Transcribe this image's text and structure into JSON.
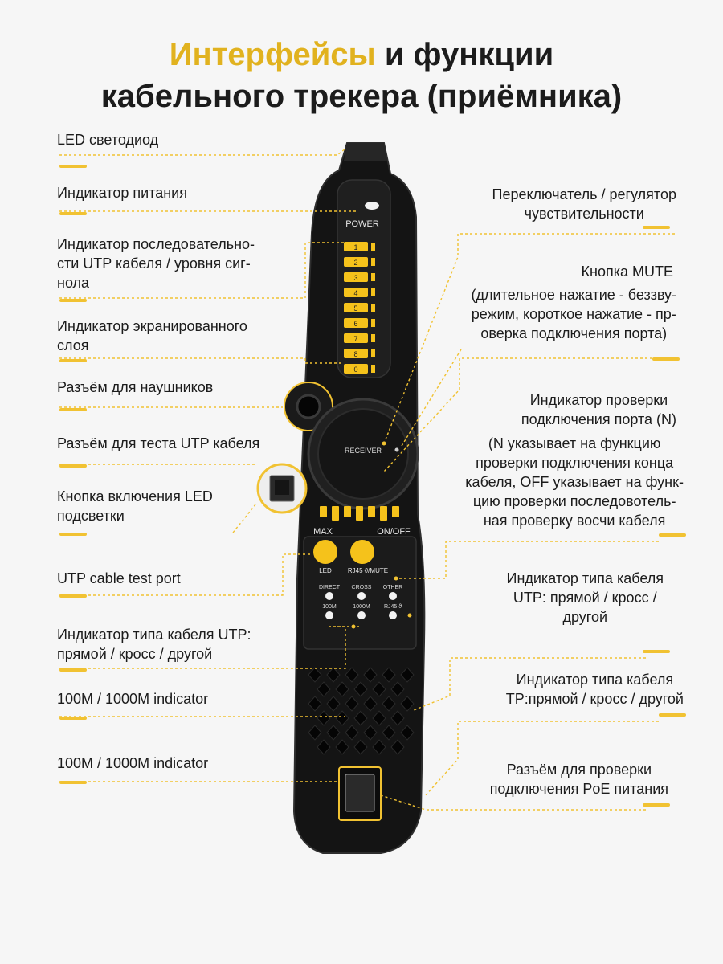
{
  "title": {
    "accent": "Интерфейсы",
    "rest_line1": " и функции",
    "line2": "кабельного трекера (приёмника)"
  },
  "colors": {
    "accent": "#f1c232",
    "device_body": "#141414",
    "led_yellow": "#f5c21b"
  },
  "left_labels": [
    {
      "lines": [
        "LED светодиод"
      ]
    },
    {
      "lines": [
        "Индикатор питания"
      ]
    },
    {
      "lines": [
        "Индикатор последовательно-",
        "сти UTP кабеля / уровня сиг-",
        "нола"
      ]
    },
    {
      "lines": [
        "Индикатор экранированного",
        "слоя"
      ]
    },
    {
      "lines": [
        "Разъём для наушников"
      ]
    },
    {
      "lines": [
        "Разъём для теста UTP кабеля"
      ]
    },
    {
      "lines": [
        "Кнопка включения LED",
        "подсветки"
      ]
    },
    {
      "lines": [
        "UTP cable test port"
      ]
    },
    {
      "lines": [
        "Индикатор типа кабеля UTP:",
        "прямой / кросс / другой"
      ]
    },
    {
      "lines": [
        "100M / 1000M indicator"
      ]
    },
    {
      "lines": [
        "100M / 1000M indicator"
      ]
    }
  ],
  "right_labels": [
    {
      "lines": [
        "Переключатель / регулятор",
        "чувствительности"
      ]
    },
    {
      "lines": [
        "Кнопка MUTE"
      ]
    },
    {
      "lines": [
        "(длительное нажатие - беззву-",
        "режим, короткое нажатие - пр-",
        "оверка подключения порта)"
      ]
    },
    {
      "lines": [
        "Индикатор проверки",
        "подключения порта (N)"
      ]
    },
    {
      "lines": [
        "(N указывает на функцию",
        "проверки подключения конца",
        "кабеля, OFF указывает на функ-",
        "цию проверки последовотель-",
        "ная проверку восчи кабеля"
      ]
    },
    {
      "lines": [
        "Индикатор типа кабеля",
        "UTP: прямой / кросс /",
        "другой"
      ]
    },
    {
      "lines": [
        "Индикатор типа кабеля",
        "TP:прямой / кросс / другой"
      ]
    },
    {
      "lines": [
        "Разъём для проверки",
        "подключения PoE питания"
      ]
    }
  ],
  "device": {
    "power_label": "POWER",
    "level_numbers": [
      "1",
      "2",
      "3",
      "4",
      "5",
      "6",
      "7",
      "8",
      "0"
    ],
    "wheel_label": "RECEIVER",
    "max_label": "MAX",
    "onoff_label": "ON/OFF",
    "led_button_label": "LED",
    "mute_button_label": "RJ45 ϑ/MUTE",
    "indicator_labels_top": [
      "DIRECT",
      "CROSS",
      "OTHER"
    ],
    "indicator_labels_bottom": [
      "100M",
      "1000M",
      "RJ45 ϑ"
    ]
  }
}
